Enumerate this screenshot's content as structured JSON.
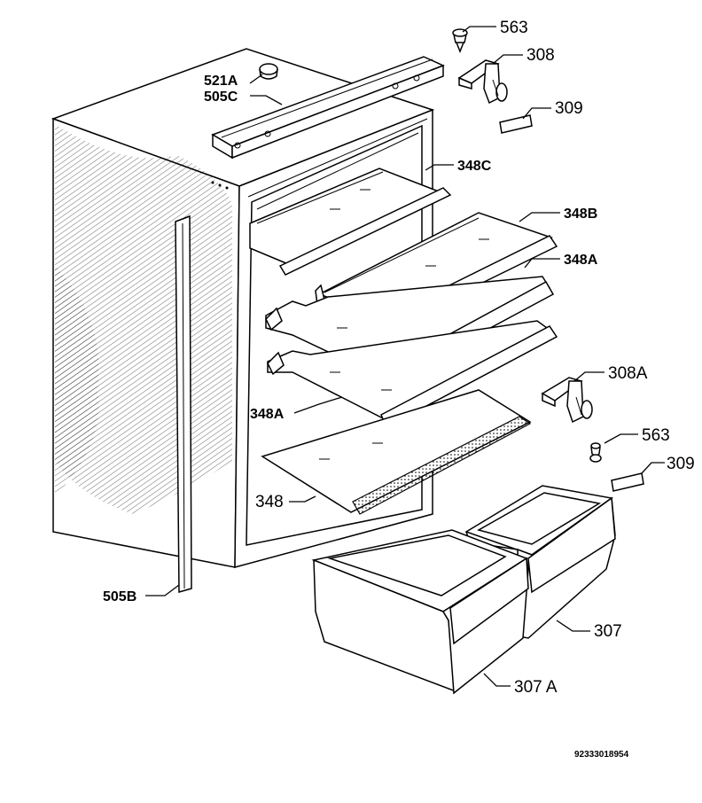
{
  "labels": {
    "l563_top": "563",
    "l308": "308",
    "l309_top": "309",
    "l521a": "521A",
    "l505c": "505C",
    "l348c": "348C",
    "l348b": "348B",
    "l348a_right": "348A",
    "l308a": "308A",
    "l348a_left": "348A",
    "l563_mid": "563",
    "l309_mid": "309",
    "l348": "348",
    "l505b": "505B",
    "l307": "307",
    "l307a": "307 A"
  },
  "document_number": "92333018954"
}
